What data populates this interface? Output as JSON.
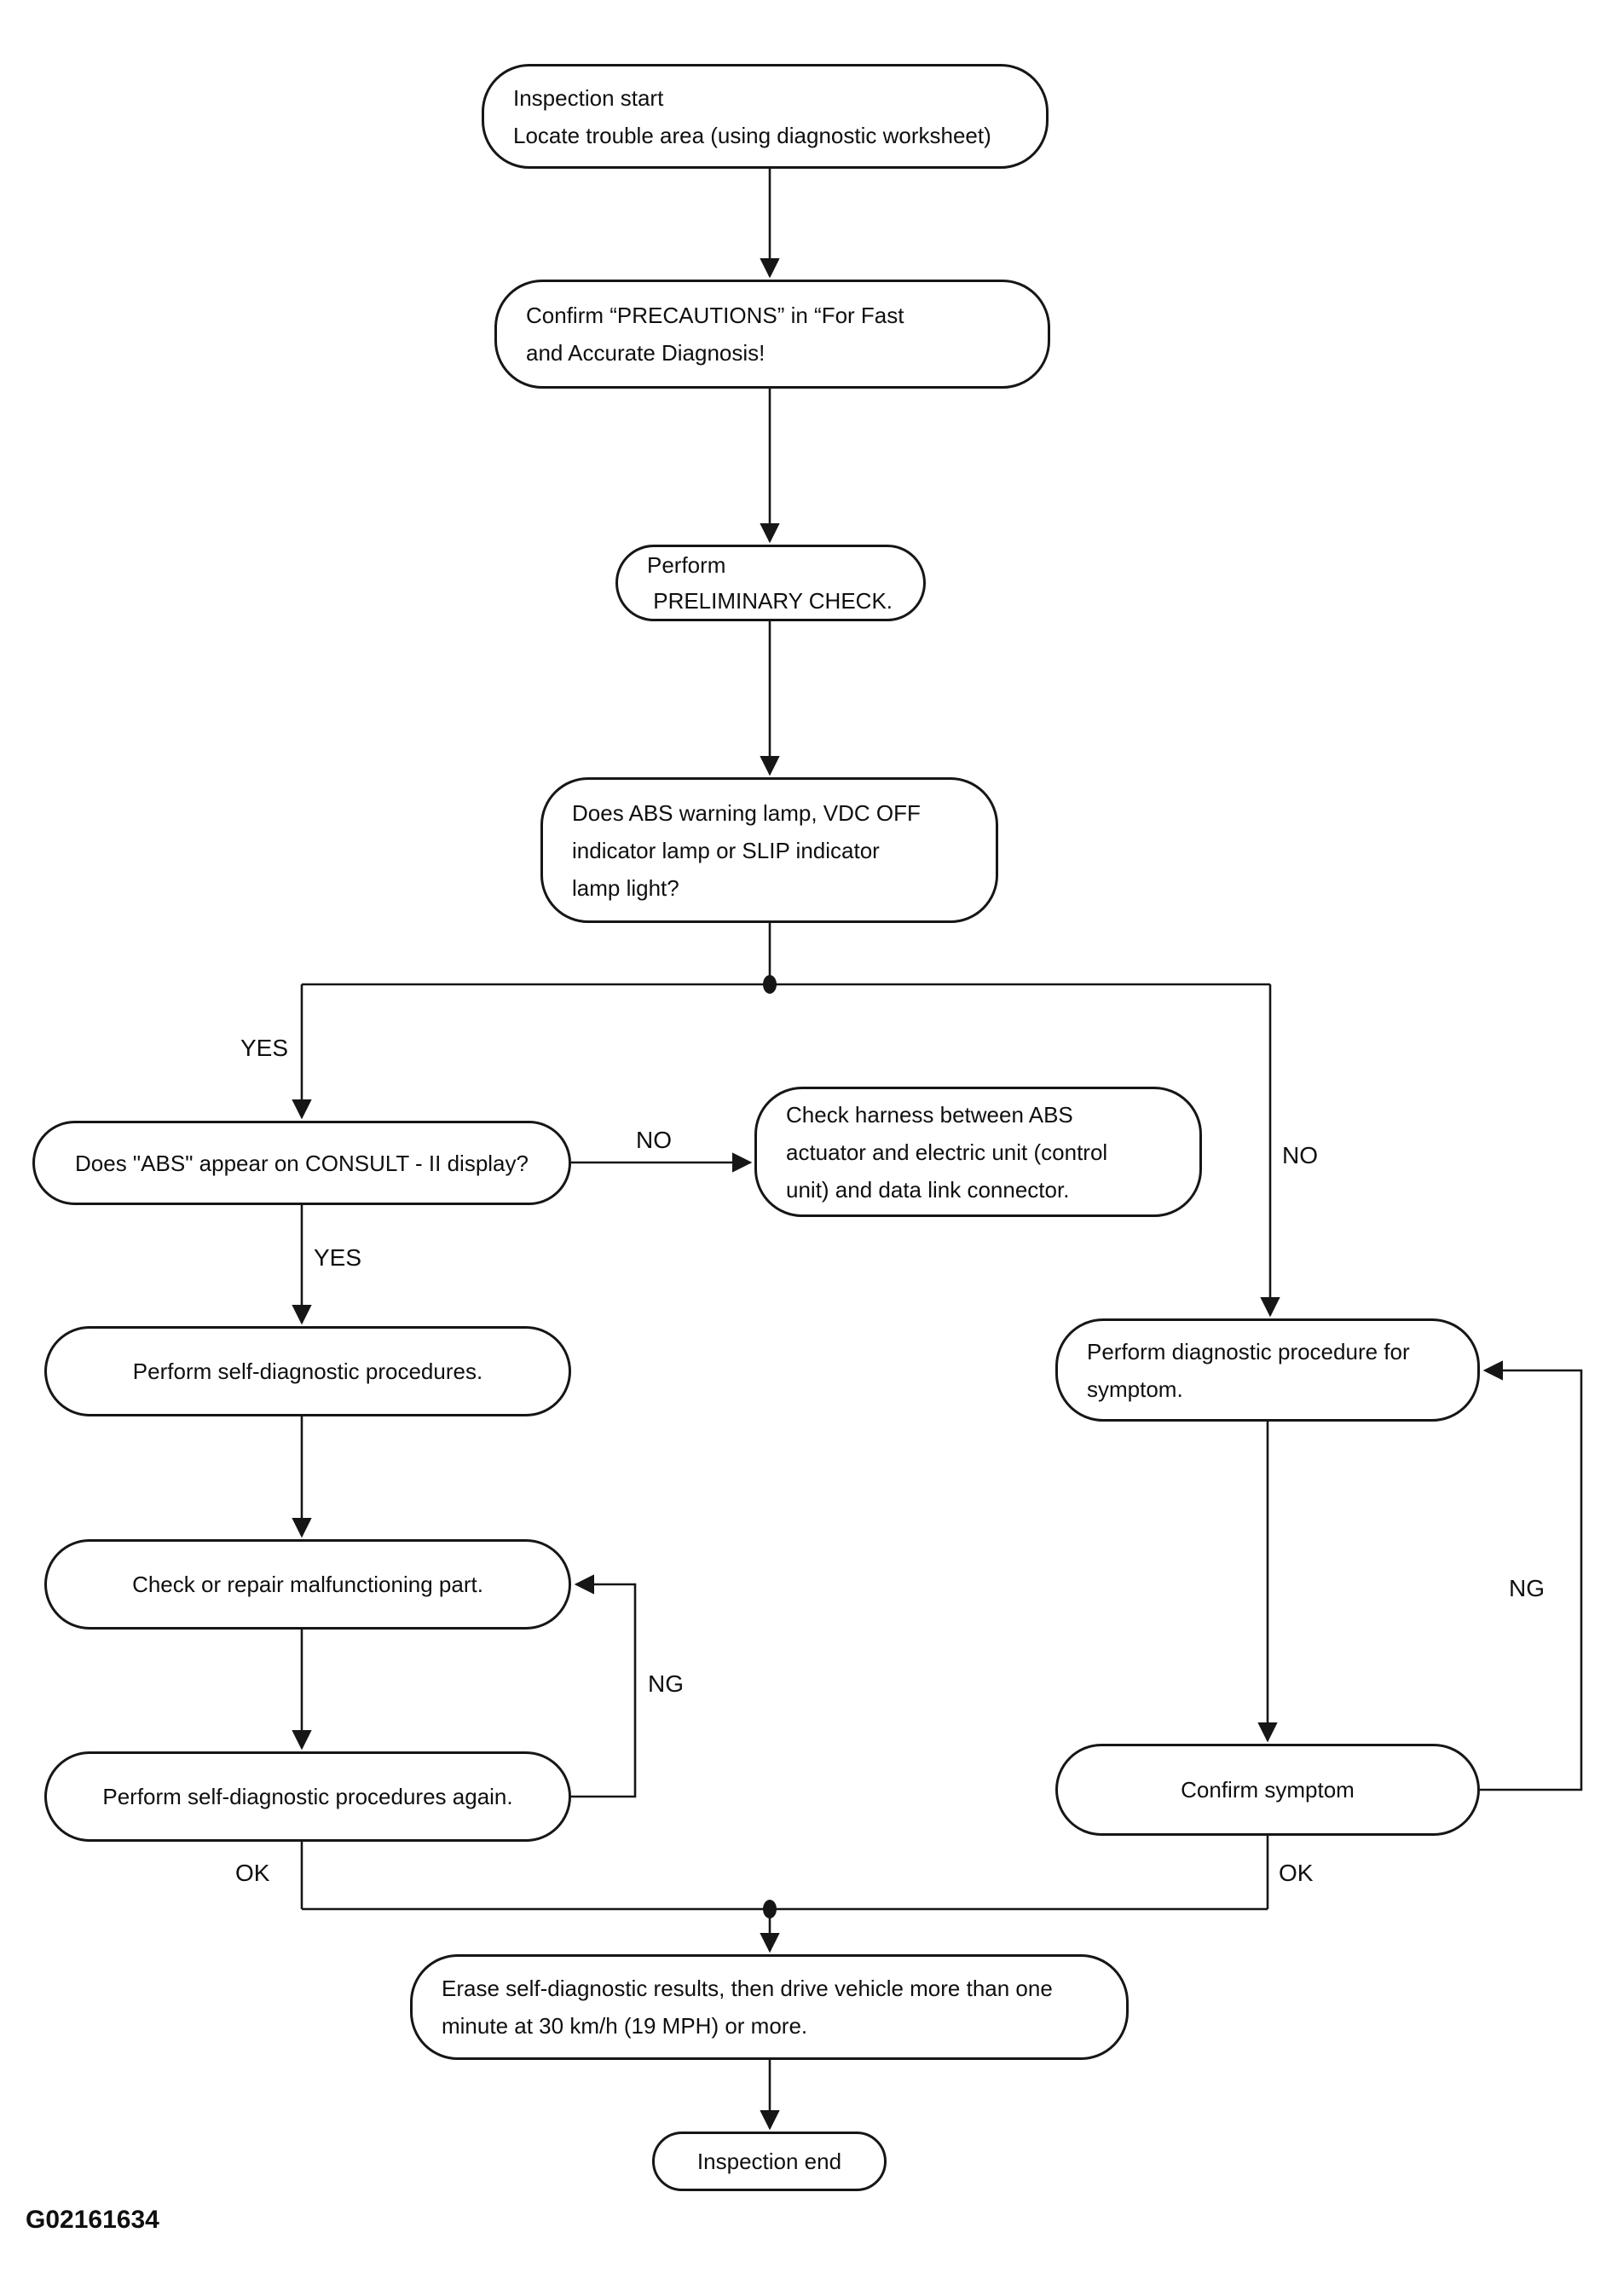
{
  "page": {
    "background": "#ffffff",
    "line_color": "#161616",
    "figure_code": "G02161634"
  },
  "nodes": {
    "inspection_start": {
      "lines": [
        "Inspection start",
        "Locate trouble area (using diagnostic worksheet)"
      ]
    },
    "confirm_precautions": {
      "lines": [
        "Confirm “PRECAUTIONS” in “For Fast",
        "and Accurate Diagnosis!"
      ]
    },
    "preliminary_check": {
      "lines": [
        "Perform",
        " PRELIMINARY CHECK."
      ]
    },
    "abs_warning_lamp": {
      "lines": [
        "Does ABS warning lamp, VDC OFF",
        "indicator lamp or SLIP indicator",
        "lamp light?"
      ]
    },
    "consult_display": {
      "lines": [
        "Does \"ABS\" appear on CONSULT - II display?"
      ]
    },
    "check_harness": {
      "lines": [
        "Check harness between ABS",
        "actuator and electric unit (control",
        "unit) and data link connector."
      ]
    },
    "perform_self_diagnostic": {
      "lines": [
        "Perform self-diagnostic procedures."
      ]
    },
    "diagnostic_procedure_symptom": {
      "lines": [
        "Perform diagnostic procedure for",
        "symptom."
      ]
    },
    "check_repair": {
      "lines": [
        "Check or repair malfunctioning part."
      ]
    },
    "perform_self_diagnostic_again": {
      "lines": [
        "Perform self-diagnostic procedures again."
      ]
    },
    "confirm_symptom": {
      "lines": [
        "Confirm symptom"
      ]
    },
    "erase_results": {
      "lines": [
        "Erase self-diagnostic results, then drive vehicle more than one",
        "minute at 30 km/h (19 MPH) or more."
      ]
    },
    "inspection_end": {
      "lines": [
        "Inspection end"
      ]
    }
  },
  "edge_labels": {
    "yes_top": "YES",
    "yes_consult": "YES",
    "no_consult": "NO",
    "no_right": "NO",
    "ng_left": "NG",
    "ng_right": "NG",
    "ok_left": "OK",
    "ok_right": "OK"
  },
  "edges": [
    {
      "from": "inspection_start",
      "to": "confirm_precautions",
      "label": ""
    },
    {
      "from": "confirm_precautions",
      "to": "preliminary_check",
      "label": ""
    },
    {
      "from": "preliminary_check",
      "to": "abs_warning_lamp",
      "label": ""
    },
    {
      "from": "abs_warning_lamp",
      "to": "consult_display",
      "label": "YES"
    },
    {
      "from": "abs_warning_lamp",
      "to": "diagnostic_procedure_symptom",
      "label": "NO"
    },
    {
      "from": "consult_display",
      "to": "check_harness",
      "label": "NO"
    },
    {
      "from": "consult_display",
      "to": "perform_self_diagnostic",
      "label": "YES"
    },
    {
      "from": "perform_self_diagnostic",
      "to": "check_repair",
      "label": ""
    },
    {
      "from": "check_repair",
      "to": "perform_self_diagnostic_again",
      "label": ""
    },
    {
      "from": "perform_self_diagnostic_again",
      "to": "check_repair",
      "label": "NG"
    },
    {
      "from": "diagnostic_procedure_symptom",
      "to": "confirm_symptom",
      "label": ""
    },
    {
      "from": "confirm_symptom",
      "to": "diagnostic_procedure_symptom",
      "label": "NG"
    },
    {
      "from": "perform_self_diagnostic_again",
      "to": "erase_results",
      "label": "OK"
    },
    {
      "from": "confirm_symptom",
      "to": "erase_results",
      "label": "OK"
    },
    {
      "from": "erase_results",
      "to": "inspection_end",
      "label": ""
    }
  ]
}
